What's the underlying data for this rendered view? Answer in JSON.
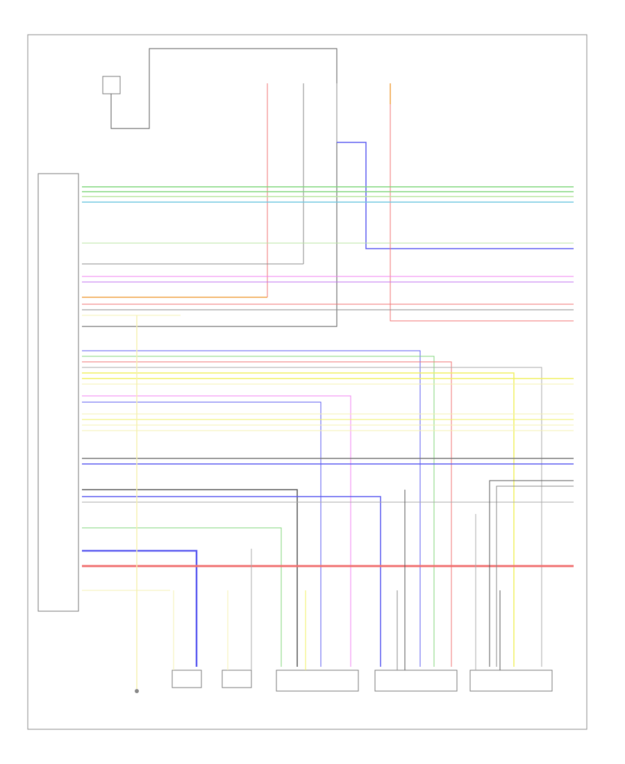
{
  "diagram": {
    "footer_code": "",
    "components": [
      {
        "id": "ecu",
        "label": "",
        "kind": "module"
      },
      {
        "id": "top-sensor",
        "label": "",
        "kind": "sensor"
      },
      {
        "id": "left-foot-ground",
        "label": "",
        "kind": "ground"
      },
      {
        "id": "right-footwell-sensor",
        "label": "",
        "kind": "sensor"
      },
      {
        "id": "left-footwell-sensor",
        "label": "",
        "kind": "sensor"
      },
      {
        "id": "center-actuator",
        "label": "",
        "kind": "actuator"
      },
      {
        "id": "left-temp-actuator",
        "label": "",
        "kind": "actuator"
      },
      {
        "id": "right-actuator",
        "label": "",
        "kind": "actuator"
      }
    ],
    "fuses": [
      {
        "id": "fuse-1",
        "label": ""
      },
      {
        "id": "fuse-2",
        "label": ""
      },
      {
        "id": "fuse-3",
        "label": ""
      },
      {
        "id": "fuse-4",
        "label": ""
      }
    ],
    "wire_colors": {
      "green": "#7fd67a",
      "lightgreen": "#b8e6a0",
      "blue": "#5a5af0",
      "darkgray": "#555555",
      "gray": "#8a8a8a",
      "red": "#f07070",
      "pink": "#f080f0",
      "violet": "#c070f0",
      "orange": "#f0a040",
      "yellow": "#f0f060",
      "paleyellow": "#f5f0b0",
      "black": "#222222",
      "cyan": "#70c8e0"
    }
  }
}
